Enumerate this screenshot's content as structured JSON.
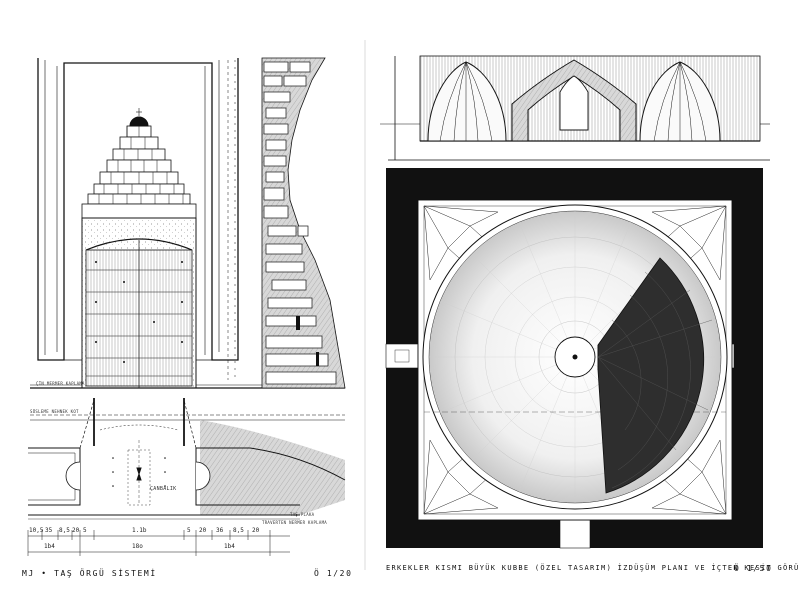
{
  "left_sheet": {
    "caption": "MJ • TAŞ ÖRGÜ SİSTEMİ",
    "scale": "Ö 1/20",
    "dimensions_row1": [
      "10,5",
      "35",
      "8,5",
      "20",
      "5",
      "1.1b",
      "5",
      "20",
      "36",
      "8,5",
      "20"
    ],
    "dimensions_row2": [
      "1b4",
      "18o",
      "1b4"
    ],
    "label_marble": "ÇANBALIK",
    "annotation_left_top": "SÜSLEME NEHNEK KOT",
    "annotation_right_bottom": "TRAVERTEN NERMER KAPLAMA",
    "annotation_elevation_base": "ÇİN MERMER KAPLAMA",
    "annotation_section_base": "TAŞ PLAKA"
  },
  "right_sheet": {
    "caption": "ERKEKLER KISMI BÜYÜK KUBBE (ÖZEL TASARIM) İZDÜŞÜM PLANI VE İÇTEN KESİT GÖRÜNÜŞ",
    "scale": "Ö 1/50"
  },
  "colors": {
    "ink": "#151515",
    "wall_fill": "#111111",
    "paper": "#ffffff"
  }
}
